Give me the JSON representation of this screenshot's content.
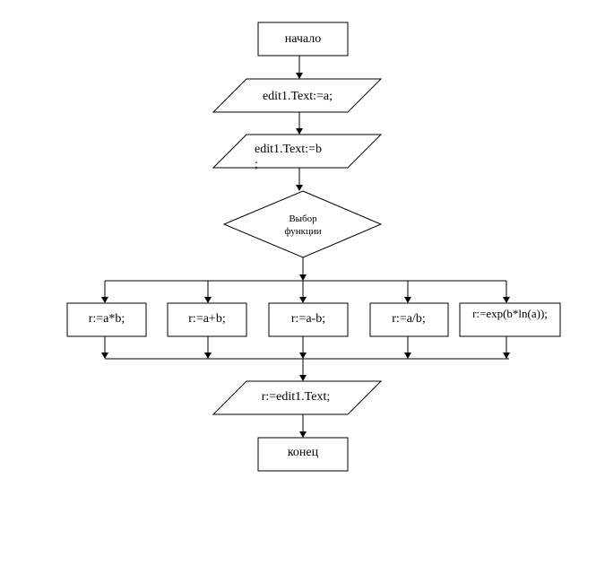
{
  "flowchart": {
    "start": {
      "label": "начало"
    },
    "input1": {
      "label": "edit1.Text:=a;"
    },
    "input2": {
      "line1": "edit1.Text:=b",
      "line2": ";"
    },
    "decision": {
      "line1": "Выбор",
      "line2": "функции"
    },
    "branches": [
      {
        "label": "r:=a*b;"
      },
      {
        "label": "r:=a+b;"
      },
      {
        "label": "r:=a-b;"
      },
      {
        "label": "r:=a/b;"
      },
      {
        "label": "r:=exp(b*ln(a));"
      }
    ],
    "output": {
      "label": "r:=edit1.Text;"
    },
    "end": {
      "label": "конец"
    }
  }
}
